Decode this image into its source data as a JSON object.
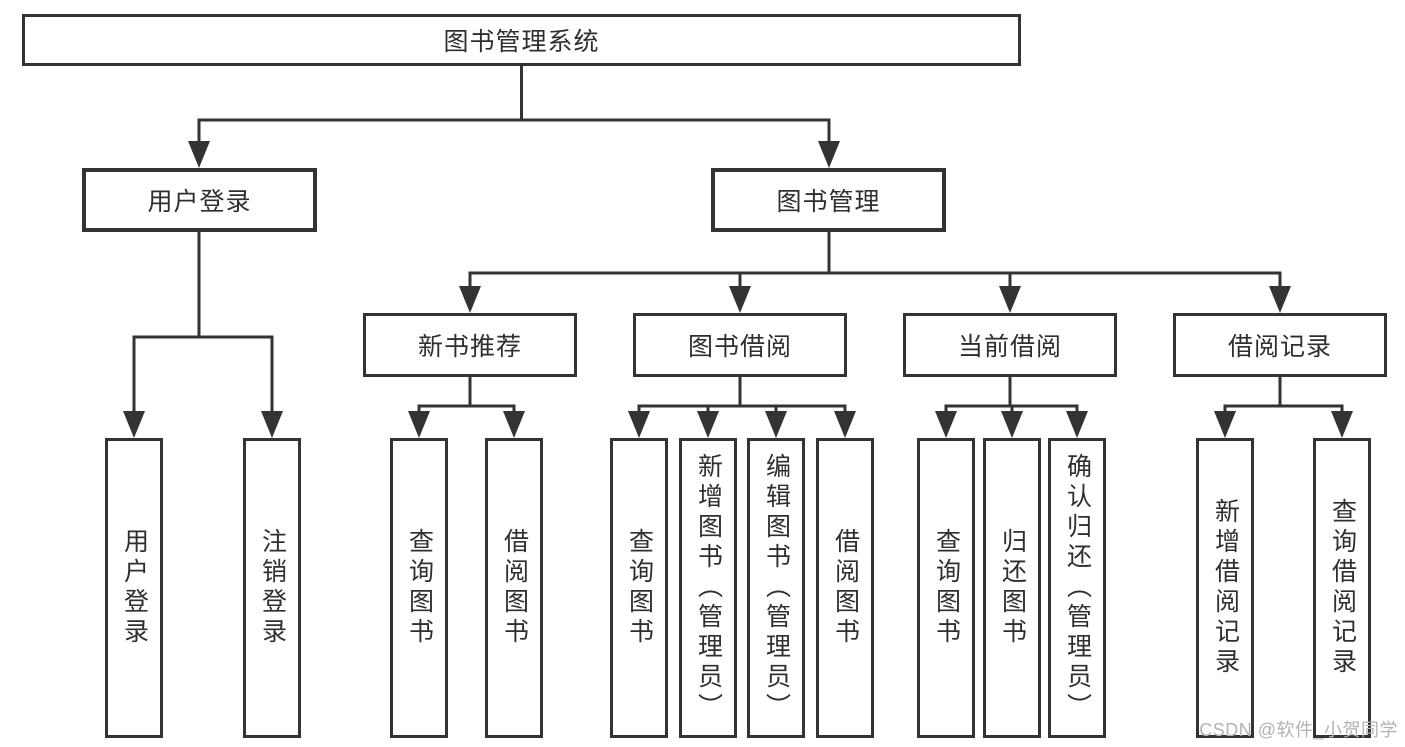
{
  "diagram": {
    "tree": {
      "root": {
        "label": "图书管理系统"
      },
      "branches": [
        {
          "label": "用户登录",
          "children": [
            {
              "label": "用户登录"
            },
            {
              "label": "注销登录"
            }
          ]
        },
        {
          "label": "图书管理",
          "children": [
            {
              "label": "新书推荐",
              "children": [
                {
                  "label": "查询图书"
                },
                {
                  "label": "借阅图书"
                }
              ]
            },
            {
              "label": "图书借阅",
              "children": [
                {
                  "label": "查询图书"
                },
                {
                  "label": "新增图书（管理员）"
                },
                {
                  "label": "编辑图书（管理员）"
                },
                {
                  "label": "借阅图书"
                }
              ]
            },
            {
              "label": "当前借阅",
              "children": [
                {
                  "label": "查询图书"
                },
                {
                  "label": "归还图书"
                },
                {
                  "label": "确认归还（管理员）"
                }
              ]
            },
            {
              "label": "借阅记录",
              "children": [
                {
                  "label": "新增借阅记录"
                },
                {
                  "label": "查询借阅记录"
                }
              ]
            }
          ]
        }
      ]
    },
    "watermark": "CSDN @软件_小贺同学",
    "colors": {
      "line": "#333333",
      "text": "#2f2f2f",
      "watermark": "#b3b3b3",
      "background": "#ffffff"
    }
  }
}
